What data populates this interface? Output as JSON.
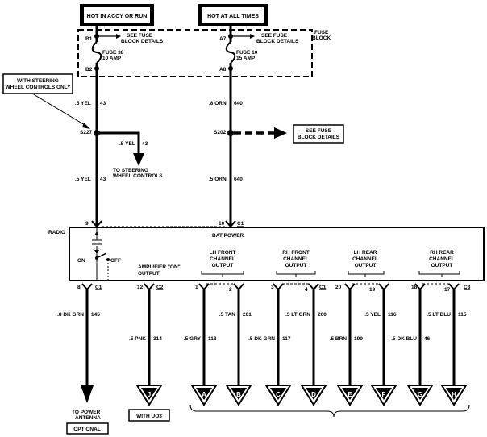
{
  "sources": {
    "left": "HOT IN ACCY OR RUN",
    "right": "HOT AT ALL TIMES"
  },
  "fuse_block": {
    "label_line1": "FUSE",
    "label_line2": "BLOCK",
    "see_details_line1": "SEE FUSE",
    "see_details_line2": "BLOCK DETAILS",
    "fuse38_name": "FUSE 38",
    "fuse38_rating": "10 AMP",
    "fuse10_name": "FUSE 10",
    "fuse10_rating": "15 AMP",
    "pin_b1": "B1",
    "pin_b2": "B2",
    "pin_a7": "A7",
    "pin_a8": "A8"
  },
  "steering_note": {
    "line1": "WITH STEERING",
    "line2": "WHEEL CONTROLS ONLY"
  },
  "wires": {
    "yel_top_size": ".5 YEL",
    "yel_top_circuit": "43",
    "orn_top_size": ".8 ORN",
    "orn_top_circuit": "640",
    "yel_branch_size": ".5 YEL",
    "yel_branch_circuit": "43",
    "yel_bottom_size": ".5 YEL",
    "yel_bottom_circuit": "43",
    "orn_bottom_size": ".5 ORN",
    "orn_bottom_circuit": "640"
  },
  "splices": {
    "s227": "S227",
    "s202": "S202"
  },
  "steering_target": {
    "line1": "TO STEERING",
    "line2": "WHEEL CONTROLS"
  },
  "s202_note": {
    "line1": "SEE FUSE",
    "line2": "BLOCK DETAILS"
  },
  "radio": {
    "label": "RADIO",
    "pin9": "9",
    "pin10": "10",
    "conn_c1_top": "C1",
    "bat_power": "BAT POWER",
    "switch_on": "ON",
    "switch_off": "OFF",
    "amp_on_line1": "AMPLIFIER \"ON\"",
    "amp_on_line2": "OUTPUT",
    "lh_front_line1": "LH FRONT",
    "lh_front_line2": "CHANNEL",
    "lh_front_line3": "OUTPUT",
    "rh_front_line1": "RH FRONT",
    "rh_front_line2": "CHANNEL",
    "rh_front_line3": "OUTPUT",
    "lh_rear_line1": "LH REAR",
    "lh_rear_line2": "CHANNEL",
    "lh_rear_line3": "OUTPUT",
    "rh_rear_line1": "RH REAR",
    "rh_rear_line2": "CHANNEL",
    "rh_rear_line3": "OUTPUT"
  },
  "bottom_pins": {
    "p8": "8",
    "c1a": "C1",
    "p12": "12",
    "c2": "C2",
    "p1": "1",
    "p2": "2",
    "p3": "3",
    "p4": "4",
    "c1b": "C1",
    "p20": "20",
    "p19": "19",
    "p18": "18",
    "p17": "17",
    "c3": "C3"
  },
  "bottom_wires": [
    {
      "size": ".8 DK GRN",
      "circuit": "145"
    },
    {
      "size": ".5 PNK",
      "circuit": "314"
    },
    {
      "size": ".5 GRY",
      "circuit": "118"
    },
    {
      "size": ".5 TAN",
      "circuit": "201"
    },
    {
      "size": ".5 DK GRN",
      "circuit": "117"
    },
    {
      "size": ".5 LT GRN",
      "circuit": "200"
    },
    {
      "size": ".5 BRN",
      "circuit": "199"
    },
    {
      "size": ".5 YEL",
      "circuit": "116"
    },
    {
      "size": ".5 DK BLU",
      "circuit": "46"
    },
    {
      "size": ".5 LT BLU",
      "circuit": "115"
    }
  ],
  "connectors": [
    "J",
    "A",
    "B",
    "C",
    "D",
    "E",
    "F",
    "G",
    "H"
  ],
  "antenna": {
    "line1": "TO POWER",
    "line2": "ANTENNA",
    "optional": "OPTIONAL"
  },
  "with_uo3": "WITH UO3"
}
